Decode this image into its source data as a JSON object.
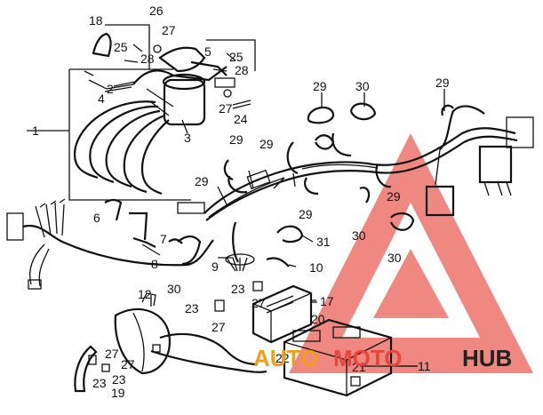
{
  "diagram": {
    "callouts": {
      "c1": "1",
      "c2": "2",
      "c3": "3",
      "c4": "4",
      "c5": "5",
      "c6": "6",
      "c7": "7",
      "c8": "8",
      "c9": "9",
      "c10": "10",
      "c11": "11",
      "c12": "12",
      "c17": "17",
      "c18": "18",
      "c19": "19",
      "c20": "20",
      "c21": "21",
      "c22": "22",
      "c23a": "23",
      "c23b": "23",
      "c23c": "23",
      "c23d": "23",
      "c24": "24",
      "c25a": "25",
      "c25b": "25",
      "c26": "26",
      "c27a": "27",
      "c27b": "27",
      "c27c": "27",
      "c27d": "27",
      "c27e": "27",
      "c27f": "27",
      "c28a": "28",
      "c28b": "28",
      "c29a": "29",
      "c29b": "29",
      "c29c": "29",
      "c29d": "29",
      "c29e": "29",
      "c29f": "29",
      "c29g": "29",
      "c30a": "30",
      "c30b": "30",
      "c30c": "30",
      "c30d": "30",
      "c31": "31"
    }
  },
  "watermark": {
    "part1": "AUTO",
    "part2": "MOTO",
    "part3": "HUB",
    "color_orange": "#f0a018",
    "color_red": "#e8453c",
    "color_dark": "#222222"
  }
}
